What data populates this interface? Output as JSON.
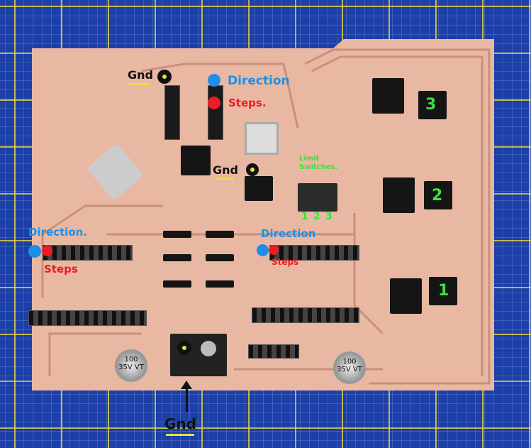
{
  "annotations": {
    "top_gnd": "Gnd",
    "top_direction": "Direction",
    "top_steps": "Steps.",
    "mid_gnd": "Gnd",
    "limit_switches": "Limit Switches.",
    "switch_numbers": [
      "1",
      "2",
      "3"
    ],
    "left_direction": "Direction.",
    "left_steps": "Steps",
    "center_direction": "Direction",
    "center_steps": "Steps",
    "driver_numbers": [
      "3",
      "2",
      "1"
    ],
    "bottom_gnd": "Gnd"
  },
  "capacitors": [
    {
      "text": "100 35V VT"
    },
    {
      "text": "100 35V VT"
    }
  ],
  "colors": {
    "direction": "#1e8fe8",
    "steps": "#ee1c24",
    "gnd": "#111111",
    "limit": "#3de03d",
    "board": "#e9b8a3",
    "mat": "#1c3fa8"
  }
}
